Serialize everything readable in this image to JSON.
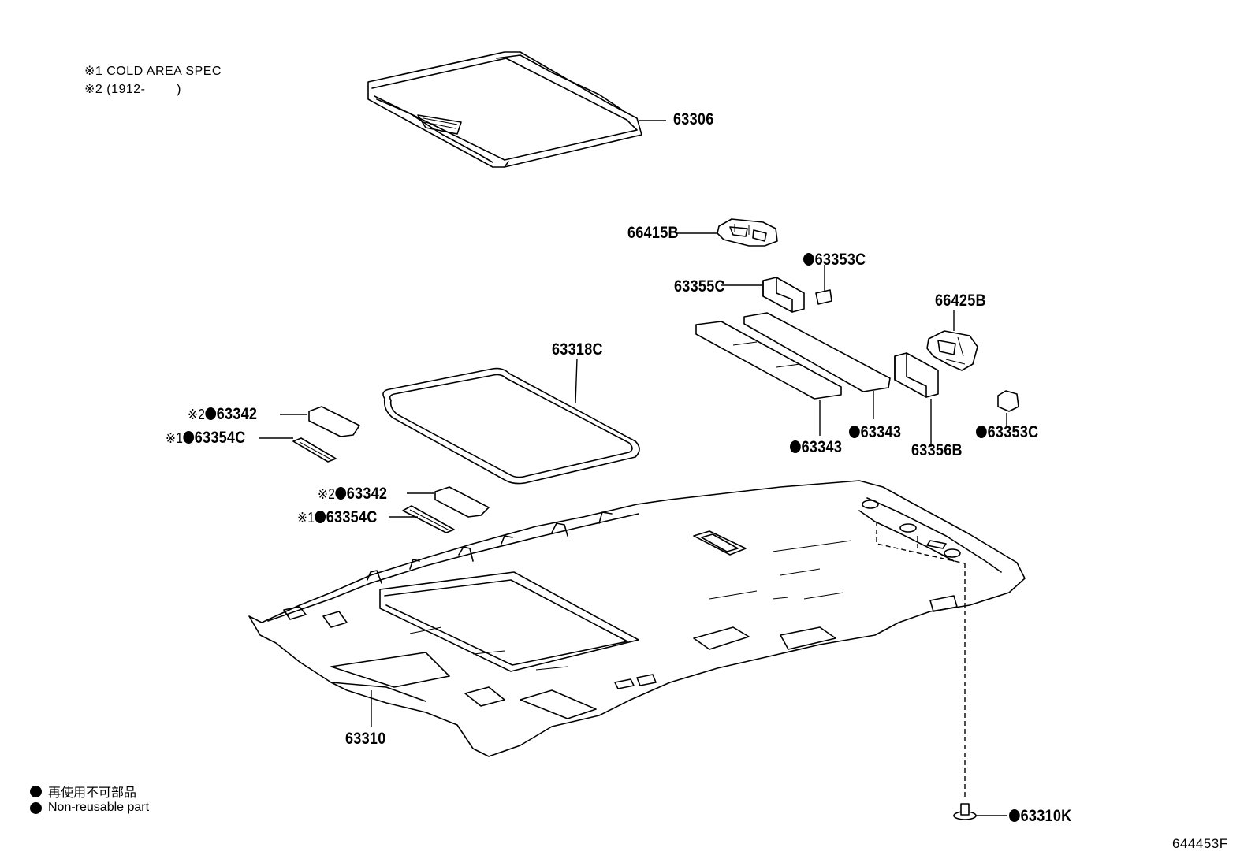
{
  "notes": {
    "note1": "※1 COLD AREA SPEC",
    "note2": "※2 (1912-        )"
  },
  "legend": {
    "jp": "再使用不可部品",
    "en": "Non-reusable part"
  },
  "diagram_code": "644453F",
  "parts": {
    "p63306": "63306",
    "p66415B": "66415B",
    "p63353C_top": "63353C",
    "p63355C": "63355C",
    "p66425B": "66425B",
    "p63318C": "63318C",
    "p63342_a_mark": "※2",
    "p63342_a": "63342",
    "p63354C_a_mark": "※1",
    "p63354C_a": "63354C",
    "p63343_a": "63343",
    "p63343_b": "63343",
    "p63356B": "63356B",
    "p63353C_bot": "63353C",
    "p63342_b_mark": "※2",
    "p63342_b": "63342",
    "p63354C_b_mark": "※1",
    "p63354C_b": "63354C",
    "p63310": "63310",
    "p63310K": "63310K"
  }
}
